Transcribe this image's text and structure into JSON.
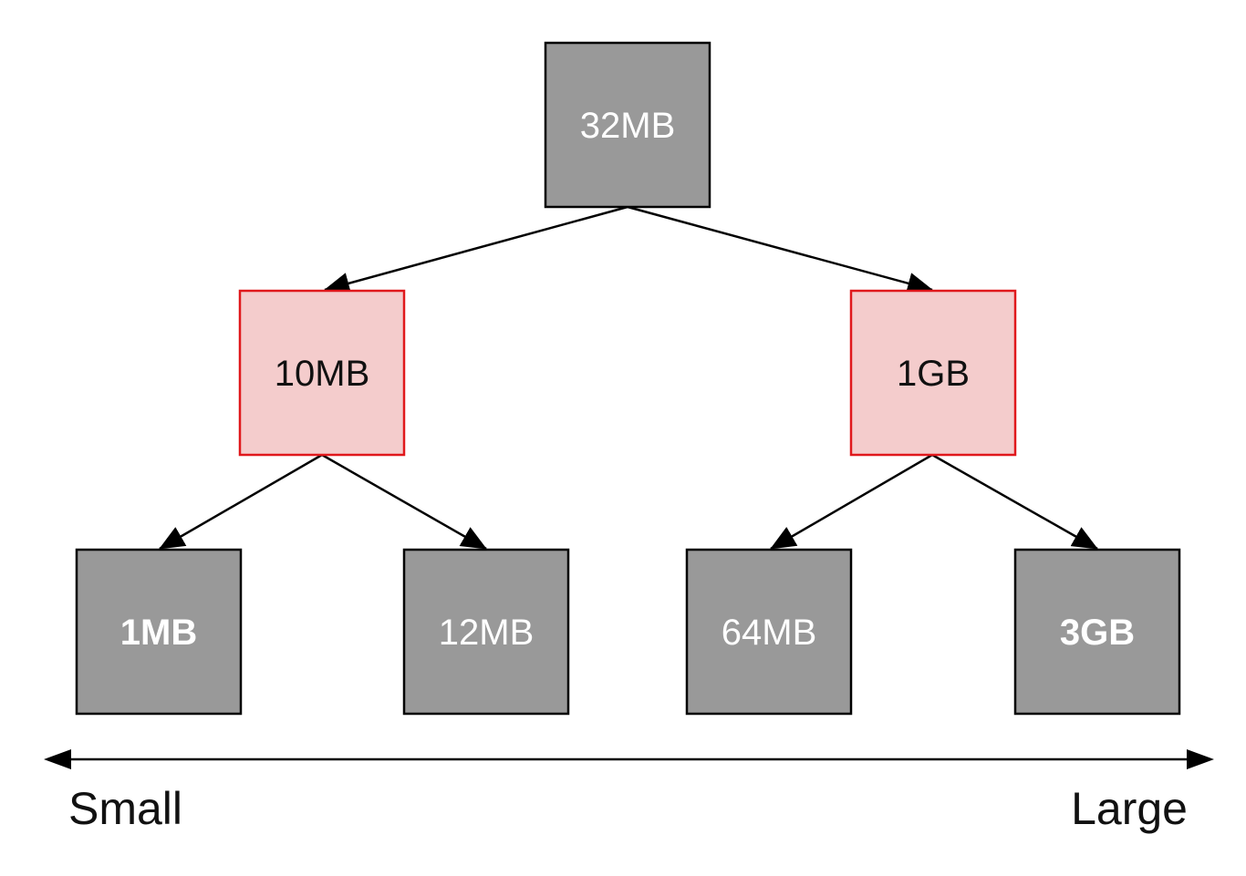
{
  "nodes": {
    "root": {
      "label": "32MB"
    },
    "left": {
      "label": "10MB"
    },
    "right": {
      "label": "1GB"
    },
    "left_left": {
      "label": "1MB"
    },
    "left_right": {
      "label": "12MB"
    },
    "right_left": {
      "label": "64MB"
    },
    "right_right": {
      "label": "3GB"
    }
  },
  "axis": {
    "left_label": "Small",
    "right_label": "Large"
  },
  "colors": {
    "gray_node": "#999999",
    "highlight_node_fill": "#f4cccc",
    "highlight_node_border": "#e0181c"
  }
}
